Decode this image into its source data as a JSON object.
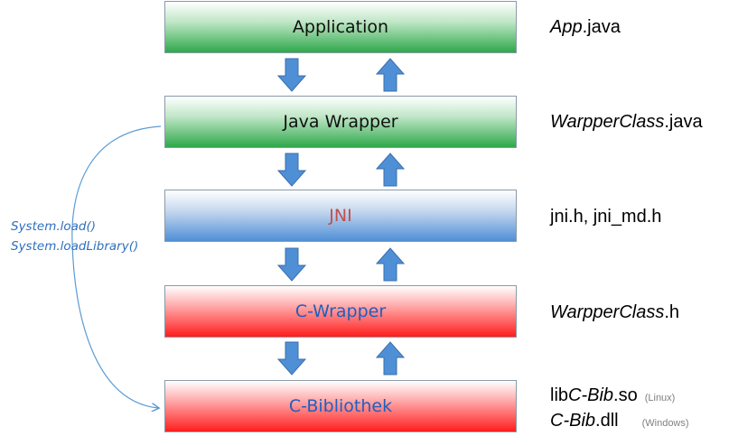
{
  "layers": {
    "application": "Application",
    "java_wrapper": "Java Wrapper",
    "jni": "JNI",
    "c_wrapper": "C-Wrapper",
    "c_bibliothek": "C-Bibliothek"
  },
  "files": {
    "app_italic": "App",
    "app_rest": ".java",
    "wrapper_italic": "WarpperClass",
    "wrapper_rest": ".java",
    "jni_headers": "jni.h, jni_md.h",
    "cwrapper_italic": "WarpperClass",
    "cwrapper_rest": ".h",
    "lib_prefix": "lib",
    "lib_italic": "C-Bib",
    "lib_rest": ".so",
    "lib_platform": "(Linux)",
    "dll_italic": "C-Bib",
    "dll_rest": ".dll",
    "dll_platform": "(Windows)"
  },
  "side": {
    "load": "System.load()",
    "load_library": "System.loadLibrary()"
  },
  "colors": {
    "arrow_fill": "#4f8fd6",
    "arrow_stroke": "#3a6fae",
    "jni_text": "#c0504d",
    "red_layer_text": "#1f5fbf",
    "side_text": "#2f6fbe",
    "curve": "#5b9bd5"
  }
}
